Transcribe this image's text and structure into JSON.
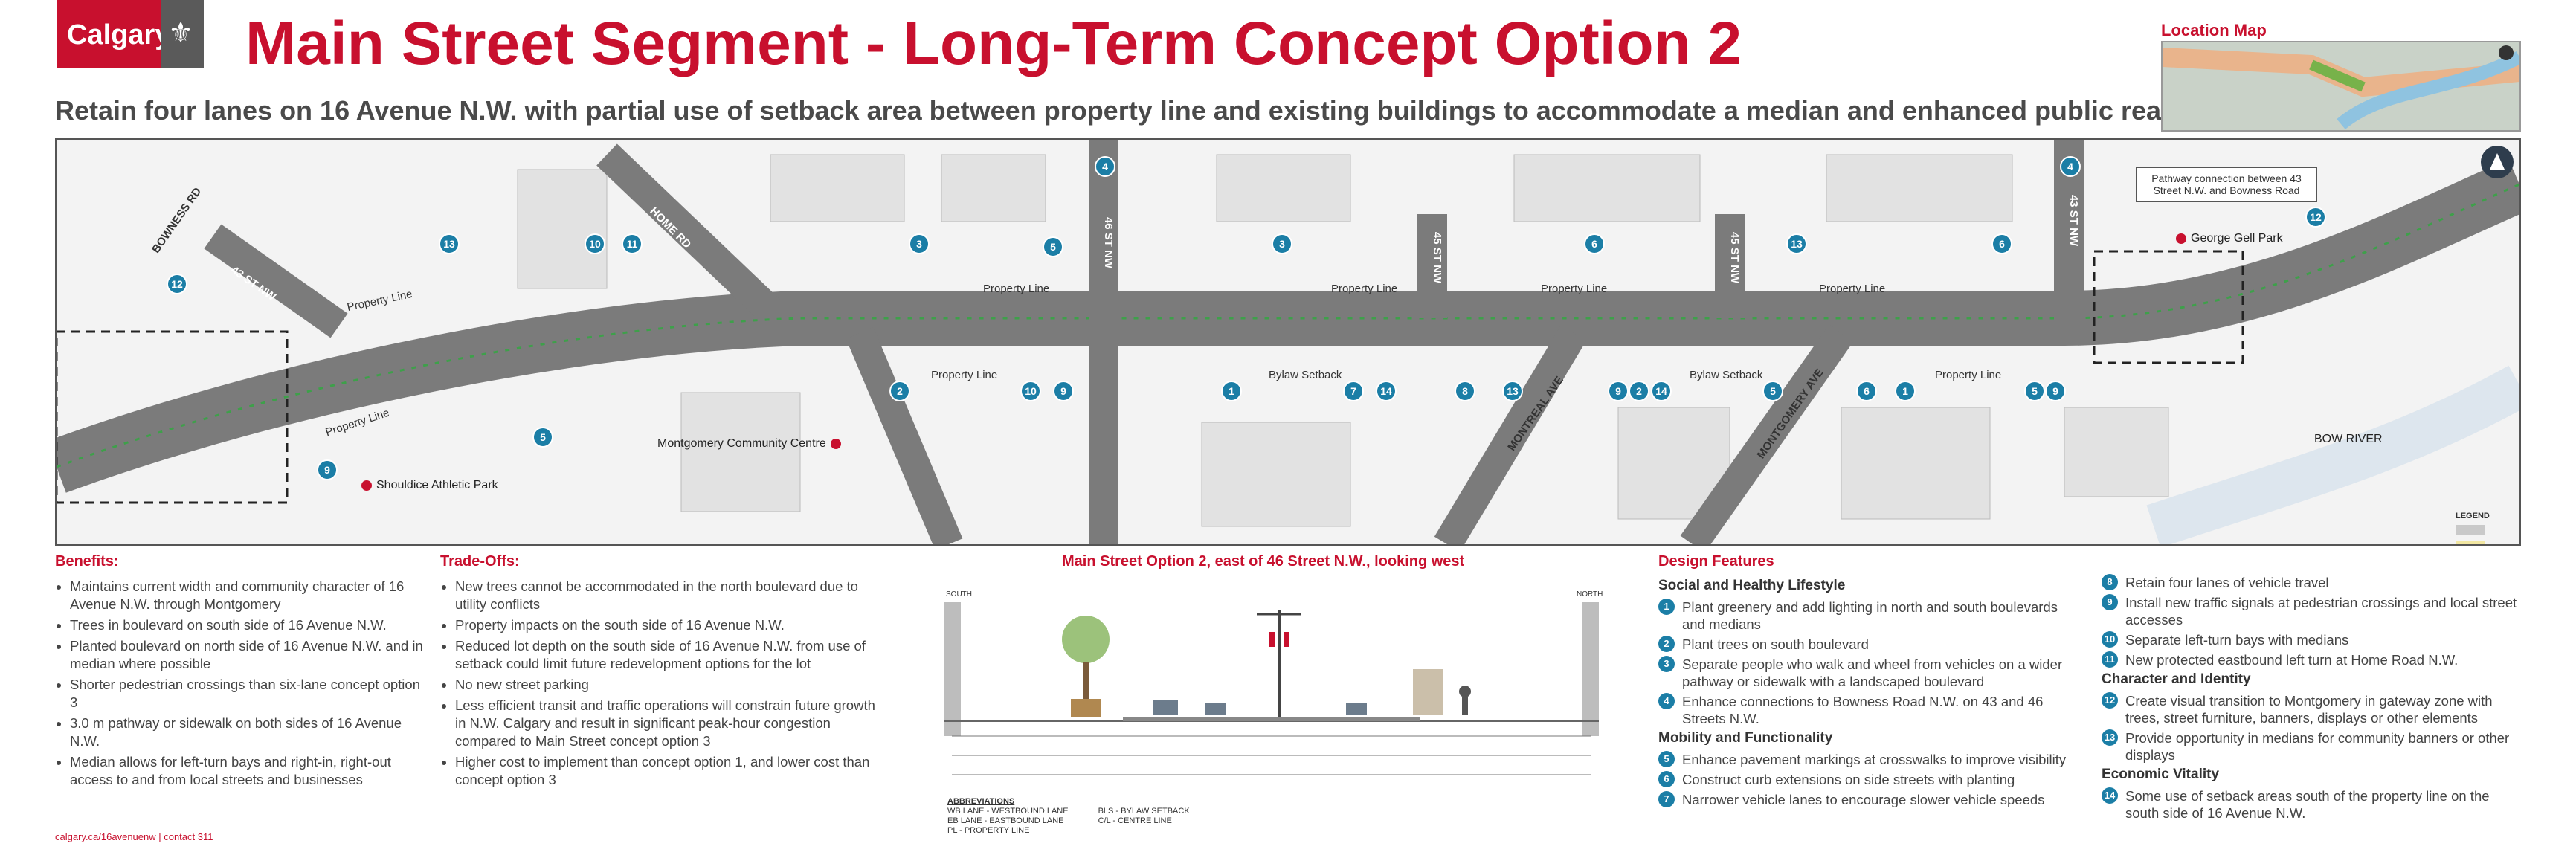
{
  "header": {
    "logo_text": "Calgary",
    "title": "Main Street Segment - Long-Term Concept Option 2",
    "subtitle": "Retain four lanes on 16 Avenue N.W. with partial use of setback area between property line and existing buildings to accommodate a median and enhanced public realm",
    "location_map_title": "Location Map"
  },
  "map": {
    "street_labels": [
      "BOWNESS RD",
      "43 ST NW",
      "HOME RD",
      "45 ST NW",
      "46 ST NW",
      "45 ST NW",
      "43 ST NW",
      "MONTREAL AVE",
      "MONTGOMERY AVE"
    ],
    "property_line": "Property Line",
    "bylaw_setback": "Bylaw Setback",
    "pois": [
      "Shouldice Athletic Park",
      "Montgomery Community Centre",
      "George Gell Park"
    ],
    "bow_river": "BOW RIVER",
    "callout": "Pathway connection between 43 Street N.W. and Bowness Road",
    "legend_title": "LEGEND"
  },
  "benefits": {
    "heading": "Benefits:",
    "items": [
      "Maintains current width and community character of 16 Avenue N.W. through Montgomery",
      "Trees in boulevard on south side of 16 Avenue N.W.",
      "Planted boulevard on north side of 16 Avenue N.W. and in median where possible",
      "Shorter pedestrian crossings than six-lane concept option 3",
      "3.0 m pathway or sidewalk on both sides of 16 Avenue N.W.",
      "Median allows for left-turn bays and right-in, right-out access to and from local streets and businesses"
    ]
  },
  "tradeoffs": {
    "heading": "Trade-Offs:",
    "items": [
      "New trees cannot be accommodated in the north boulevard due to utility conflicts",
      "Property impacts on the south side of 16 Avenue N.W.",
      "Reduced lot depth on the south side of 16 Avenue N.W. from use of setback could limit future redevelopment options for the lot",
      "No new street parking",
      "Less efficient transit and traffic operations will constrain future growth in N.W. Calgary and result in significant peak-hour congestion compared to Main Street concept option 3",
      "Higher cost to implement than concept option 1, and lower cost than concept option 3"
    ]
  },
  "cross_section": {
    "title": "Main Street Option 2, east of 46 Street N.W., looking west",
    "south": "SOUTH",
    "north": "NORTH",
    "abbr_title": "ABBREVIATIONS",
    "abbr_lines": [
      "WB LANE - WESTBOUND LANE",
      "EB LANE - EASTBOUND LANE",
      "PL - PROPERTY LINE",
      "BLS - BYLAW SETBACK",
      "C/L - CENTRE LINE"
    ]
  },
  "design_features": {
    "heading": "Design Features",
    "groups": [
      {
        "title": "Social and Healthy Lifestyle",
        "items": [
          {
            "n": "1",
            "text": "Plant greenery and add lighting in north and south boulevards and medians"
          },
          {
            "n": "2",
            "text": "Plant trees on south boulevard"
          },
          {
            "n": "3",
            "text": "Separate people who walk and wheel from vehicles on a wider pathway or sidewalk with a landscaped boulevard"
          },
          {
            "n": "4",
            "text": "Enhance connections to Bowness Road N.W. on 43 and 46 Streets N.W."
          }
        ]
      },
      {
        "title": "Mobility and Functionality",
        "items": [
          {
            "n": "5",
            "text": "Enhance pavement markings at crosswalks to improve visibility"
          },
          {
            "n": "6",
            "text": "Construct curb extensions on side streets with planting"
          },
          {
            "n": "7",
            "text": "Narrower vehicle lanes to encourage slower vehicle speeds"
          }
        ]
      }
    ],
    "groups2": [
      {
        "title": "",
        "items": [
          {
            "n": "8",
            "text": "Retain four lanes of vehicle travel"
          },
          {
            "n": "9",
            "text": "Install new traffic signals at pedestrian crossings and local street accesses"
          },
          {
            "n": "10",
            "text": "Separate left-turn bays with medians"
          },
          {
            "n": "11",
            "text": "New protected eastbound left turn at Home Road N.W."
          }
        ]
      },
      {
        "title": "Character and Identity",
        "items": [
          {
            "n": "12",
            "text": "Create visual transition to Montgomery in gateway zone with trees, street furniture, banners, displays or other elements"
          },
          {
            "n": "13",
            "text": "Provide opportunity in medians for community banners or other displays"
          }
        ]
      },
      {
        "title": "Economic Vitality",
        "items": [
          {
            "n": "14",
            "text": "Some use of setback areas south of the property line on the south side of 16 Avenue N.W."
          }
        ]
      }
    ]
  },
  "footer": "calgary.ca/16avenuenw | contact 311",
  "colors": {
    "brand_red": "#c8102e",
    "marker_blue": "#1b7ea6"
  }
}
